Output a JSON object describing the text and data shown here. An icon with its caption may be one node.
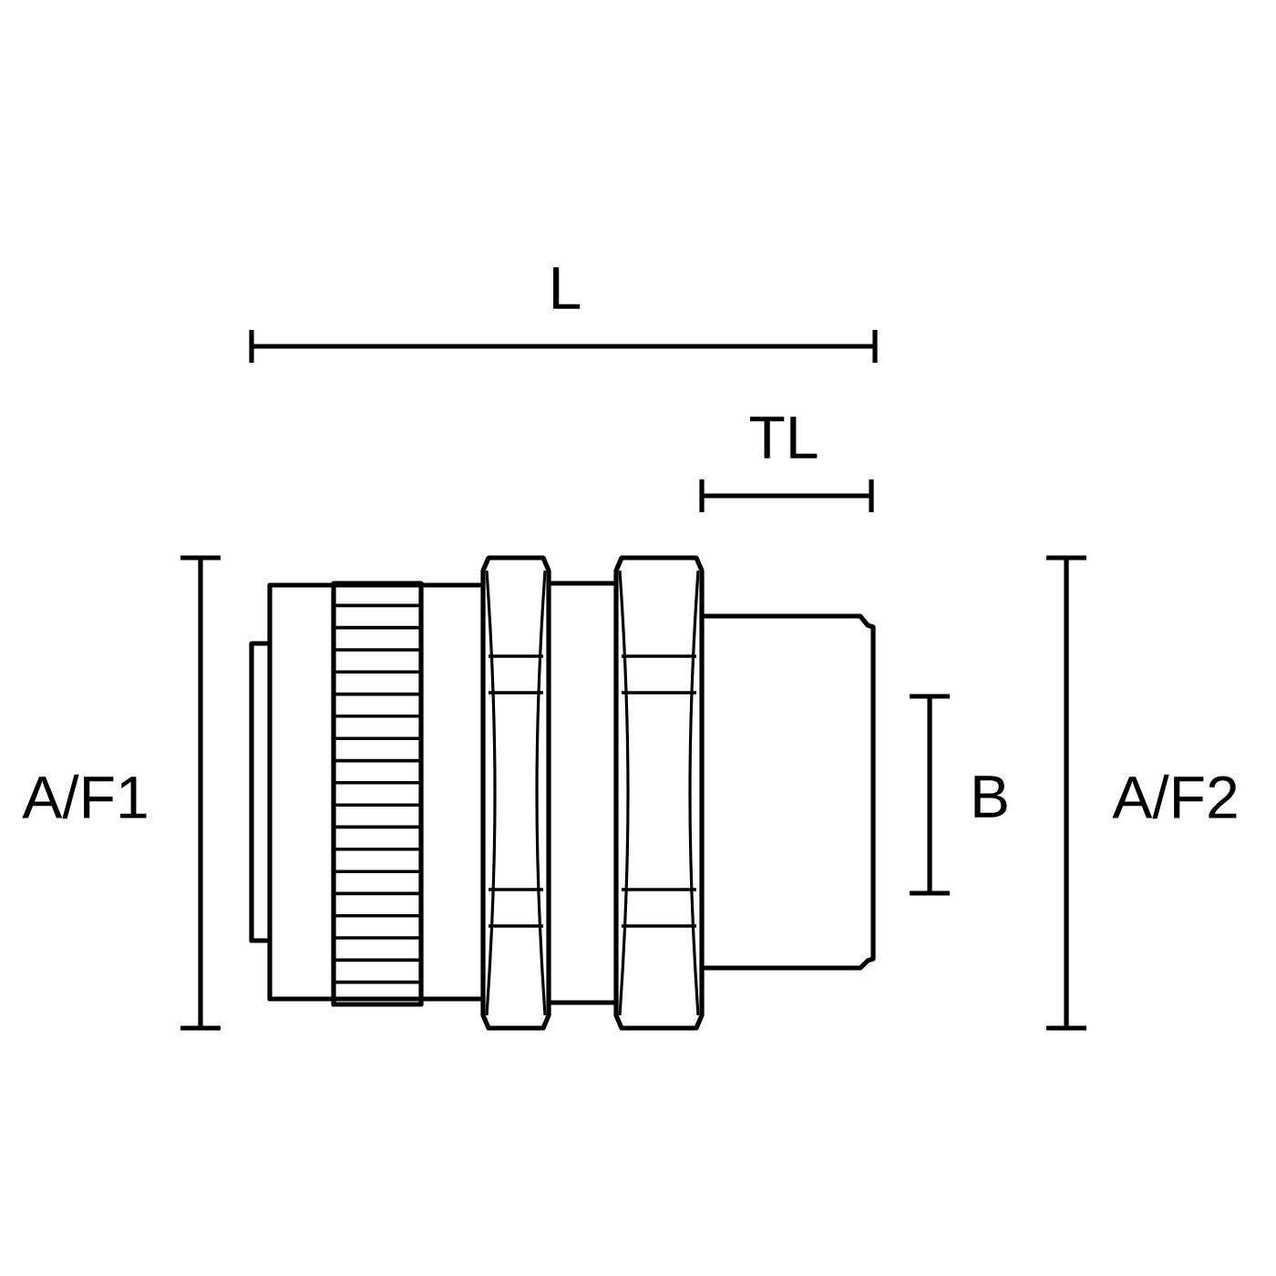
{
  "diagram": {
    "labels": [
      "L",
      "TL",
      "A/F1",
      "B",
      "A/F2"
    ]
  }
}
